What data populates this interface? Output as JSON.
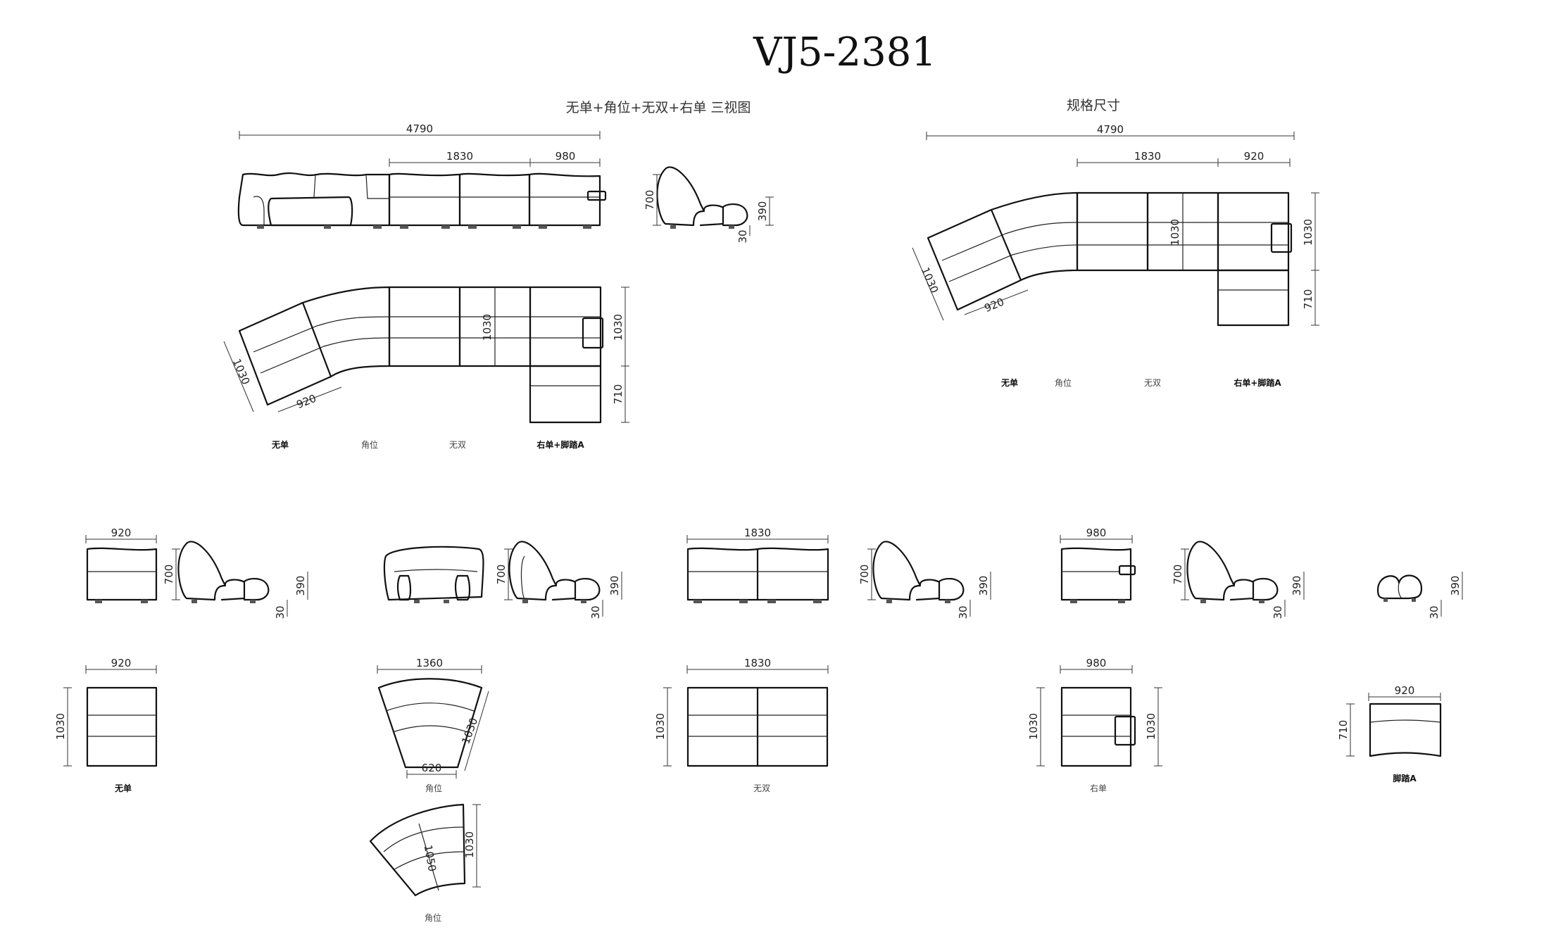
{
  "title": "VJ5-2381",
  "views_heading": "无单+角位+无双+右单 三视图",
  "spec_heading": "规格尺寸",
  "three_view": {
    "total_width": "4790",
    "double_width": "1830",
    "right_single_width": "980",
    "side_height": "700",
    "seat_height": "390",
    "leg_height": "30",
    "depth_1030_top": "1030",
    "depth_1030_right": "1030",
    "depth_1030_left": "1030",
    "footstool_depth": "710",
    "corner_module_width": "920",
    "labels": {
      "single": "无单",
      "corner": "角位",
      "double": "无双",
      "right_combo": "右单+脚踏A"
    }
  },
  "spec_view": {
    "total_width": "4790",
    "double_width": "1830",
    "right_width": "920",
    "depth_right": "1030",
    "depth_inner": "1030",
    "depth_left": "1030",
    "footstool_depth": "710",
    "module_width": "920",
    "labels": {
      "single": "无单",
      "corner": "角位",
      "double": "无双",
      "right_combo": "右单+脚踏A"
    }
  },
  "modules": {
    "single": {
      "width": "920",
      "height": "700",
      "seat": "390",
      "leg": "30",
      "depth": "1030",
      "label": "无单"
    },
    "corner": {
      "height": "700",
      "seat": "390",
      "leg": "30",
      "width": "1360",
      "inner": "620",
      "depth": "1030",
      "depth2": "1030",
      "depth3": "1050",
      "label": "角位",
      "label2": "角位"
    },
    "double": {
      "width": "1830",
      "height": "700",
      "seat": "390",
      "leg": "30",
      "depth": "1030",
      "label": "无双"
    },
    "right": {
      "width": "980",
      "height": "700",
      "seat": "390",
      "leg": "30",
      "depth_left": "1030",
      "depth_right": "1030",
      "label": "右单"
    },
    "footstool": {
      "seat": "390",
      "leg": "30",
      "width": "920",
      "depth": "710",
      "label": "脚踏A"
    }
  }
}
